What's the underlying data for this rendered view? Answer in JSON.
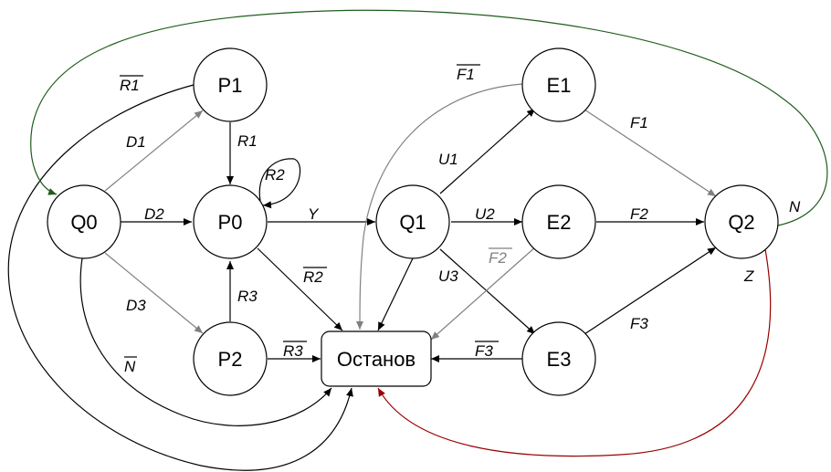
{
  "nodes": {
    "q0": "Q0",
    "p1": "P1",
    "p0": "P0",
    "p2": "P2",
    "q1": "Q1",
    "e1": "E1",
    "e2": "E2",
    "e3": "E3",
    "q2": "Q2",
    "stop": "Останов"
  },
  "edges": {
    "q0_p1": "D1",
    "q0_p0": "D2",
    "q0_p2": "D3",
    "p1_q0": "R1",
    "p1_p0": "R1",
    "p0_self": "R2",
    "p0_q1": "Y",
    "p0_stop": "R2",
    "p2_p0": "R3",
    "p2_stop": "R3",
    "q0_stop": "N",
    "q1_e1": "U1",
    "q1_e2": "U2",
    "q1_e3": "U3",
    "e1_stop": "F1",
    "e2_stop": "F2",
    "e3_stop": "F3",
    "e1_q2": "F1",
    "e2_q2": "F2",
    "e3_q2": "F3",
    "q2_q0": "N",
    "q2_stop": "Z"
  },
  "colors": {
    "black": "#000000",
    "gray": "#808080",
    "green": "#1e5e1e",
    "red": "#990000"
  }
}
